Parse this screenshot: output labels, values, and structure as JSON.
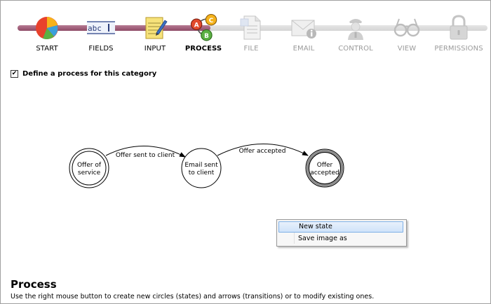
{
  "wizard": {
    "steps": [
      {
        "label": "START",
        "state": "done",
        "icon": "pie-chart-icon"
      },
      {
        "label": "FIELDS",
        "state": "done",
        "icon": "text-field-icon"
      },
      {
        "label": "INPUT",
        "state": "done",
        "icon": "notepad-pencil-icon"
      },
      {
        "label": "PROCESS",
        "state": "current",
        "icon": "process-circles-icon"
      },
      {
        "label": "FILE",
        "state": "todo",
        "icon": "file-icon"
      },
      {
        "label": "EMAIL",
        "state": "todo",
        "icon": "email-info-icon"
      },
      {
        "label": "CONTROL",
        "state": "todo",
        "icon": "officer-icon"
      },
      {
        "label": "VIEW",
        "state": "todo",
        "icon": "glasses-icon"
      },
      {
        "label": "PERMISSIONS",
        "state": "todo",
        "icon": "padlock-icon"
      }
    ],
    "progress_fraction": 0.41,
    "colors": {
      "fill": "#8e4a66",
      "track": "#dcdcdc"
    }
  },
  "define_process": {
    "checked": true,
    "check_glyph": "✔",
    "label": "Define a process for this category"
  },
  "diagram": {
    "states": [
      {
        "id": "s1",
        "line1": "Offer of",
        "line2": "service",
        "initial": true
      },
      {
        "id": "s2",
        "line1": "Email sent",
        "line2": "to client",
        "initial": false
      },
      {
        "id": "s3",
        "line1": "Offer",
        "line2": "accepted",
        "final": true
      }
    ],
    "transitions": [
      {
        "from": "s1",
        "to": "s2",
        "label": "Offer sent to client"
      },
      {
        "from": "s2",
        "to": "s3",
        "label": "Offer accepted"
      }
    ]
  },
  "context_menu": {
    "items": [
      {
        "label": "New state",
        "highlighted": true
      },
      {
        "label": "Save image as",
        "highlighted": false
      }
    ]
  },
  "help": {
    "title": "Process",
    "text": "Use the right mouse button to create new circles (states) and arrows (transitions) or to modify existing ones."
  }
}
